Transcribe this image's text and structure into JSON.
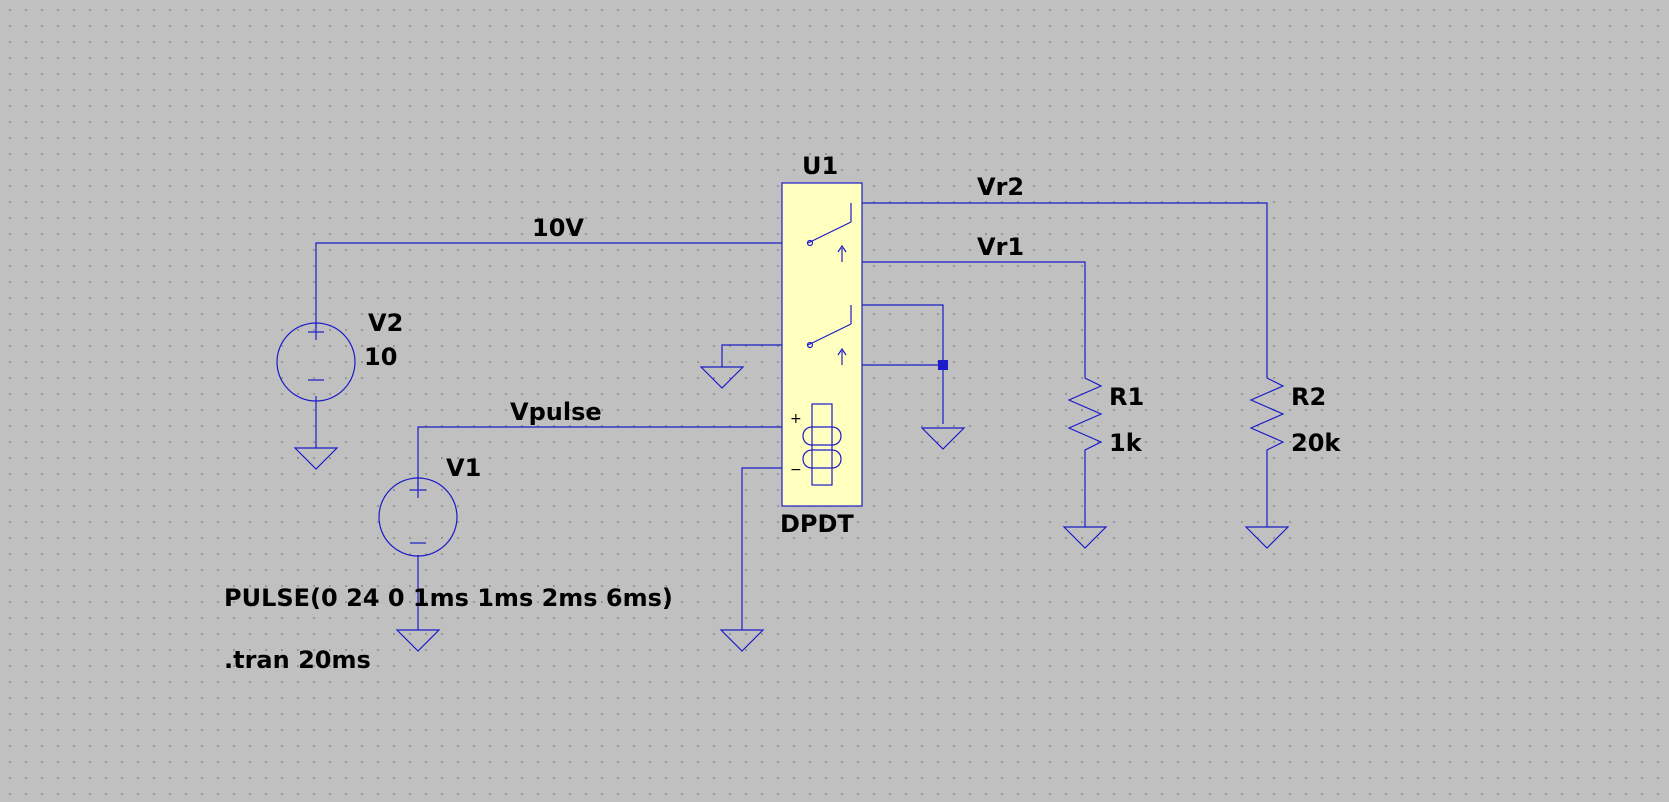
{
  "components": {
    "u1": {
      "name": "U1",
      "value": "DPDT"
    },
    "v1": {
      "name": "V1",
      "value": ""
    },
    "v2": {
      "name": "V2",
      "value": "10"
    },
    "r1": {
      "name": "R1",
      "value": "1k"
    },
    "r2": {
      "name": "R2",
      "value": "20k"
    }
  },
  "nets": {
    "n10v": "10V",
    "vpulse": "Vpulse",
    "vr1": "Vr1",
    "vr2": "Vr2"
  },
  "directives": {
    "pulse": "PULSE(0 24 0 1ms 1ms 2ms 6ms)",
    "tran": ".tran 20ms"
  },
  "colors": {
    "wire": "#1c1cc8",
    "relay_fill": "#ffffc0",
    "background": "#c0c0c0"
  }
}
